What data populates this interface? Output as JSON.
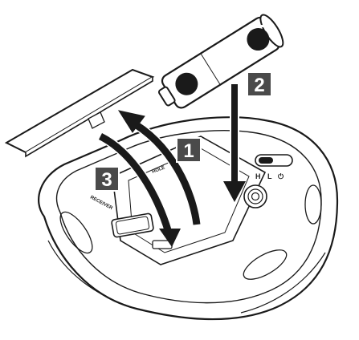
{
  "colors": {
    "line": "#1a1a1a",
    "fill": "#ffffff",
    "shade": "#d9d9d9",
    "step_box": "#4a4a4a"
  },
  "steps": {
    "one": "1",
    "two": "2",
    "three": "3"
  },
  "battery": {
    "plus_symbol": "+",
    "minus_symbol": "−"
  },
  "labels": {
    "receiver": "RECEIVER",
    "hole": "HOLE",
    "switch_h": "H",
    "switch_l": "L",
    "switch_power": "⏻"
  },
  "icons": [
    "plus-icon",
    "minus-icon",
    "power-icon",
    "arrow-icon"
  ]
}
